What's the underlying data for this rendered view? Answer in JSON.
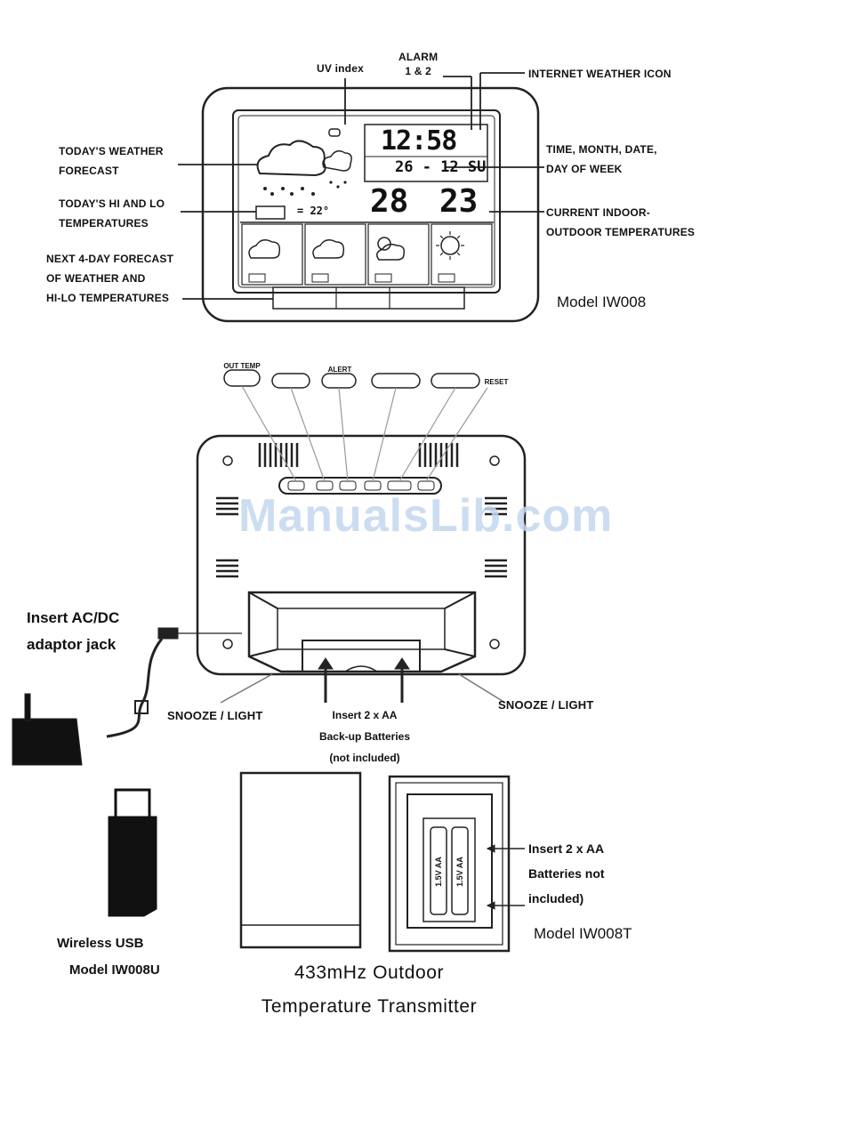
{
  "watermark": "ManualsLib.com",
  "station": {
    "callouts": {
      "uv_index": "UV index",
      "alarm": [
        "ALARM",
        "1 & 2"
      ],
      "internet_icon": "INTERNET WEATHER ICON",
      "todays_forecast": [
        "TODAY'S WEATHER",
        "FORECAST"
      ],
      "time_date": [
        "TIME, MONTH, DATE,",
        "DAY OF WEEK"
      ],
      "hi_lo": [
        "TODAY'S HI AND LO",
        "TEMPERATURES"
      ],
      "indoor_outdoor": [
        "CURRENT INDOOR-",
        "OUTDOOR TEMPERATURES"
      ],
      "next_4day": [
        "NEXT 4-DAY FORECAST",
        "OF WEATHER AND",
        "HI-LO TEMPERATURES"
      ]
    },
    "model": "Model IW008",
    "lcd": {
      "time": "12:58",
      "date": "26 - 12 SU",
      "indoor_temp": "28",
      "outdoor_temp": "23",
      "hi_lo": "= 22°"
    }
  },
  "back": {
    "buttons": [
      "OUT TEMP",
      "ALERT",
      "RESET"
    ],
    "labels": {
      "insert_jack": [
        "Insert AC/DC",
        "adaptor jack"
      ],
      "snooze_left": "SNOOZE / LIGHT",
      "snooze_right": "SNOOZE / LIGHT",
      "backup_batteries": [
        "Insert 2 x AA",
        "Back-up Batteries",
        "(not included)"
      ]
    }
  },
  "usb": {
    "label": [
      "Wireless USB",
      "Model IW008U"
    ]
  },
  "transmitter": {
    "batteries": [
      "Insert  2 x AA",
      "Batteries   not",
      "included)"
    ],
    "model": "Model IW008T",
    "cell_label": "1.5V AA",
    "caption": [
      "433mHz Outdoor",
      "Temperature  Transmitter"
    ]
  }
}
